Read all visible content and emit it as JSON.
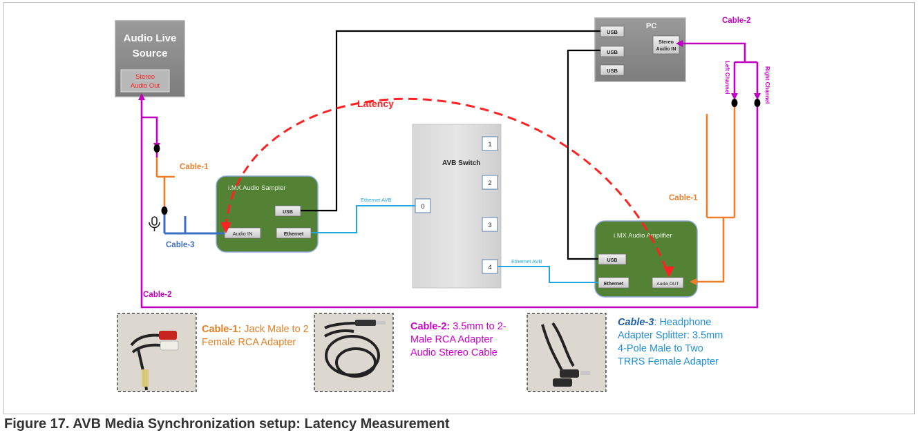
{
  "figure": {
    "caption": "Figure 17.  AVB Media Synchronization setup: Latency Measurement"
  },
  "nodes": {
    "audio_source": {
      "title_line1": "Audio Live",
      "title_line2": "Source",
      "port_line1": "Stereo",
      "port_line2": "Audio Out"
    },
    "pc": {
      "title": "PC",
      "usb1": "USB",
      "usb2": "USB",
      "usb3": "USB",
      "stereo_in_line1": "Stereo",
      "stereo_in_line2": "Audio IN"
    },
    "sampler": {
      "title": "i.MX Audio Sampler",
      "usb": "USB",
      "audio_in": "Audio IN",
      "ethernet": "Ethernet"
    },
    "avb_switch": {
      "title": "AVB Switch",
      "ports": [
        "1",
        "2",
        "0",
        "3",
        "4"
      ]
    },
    "amplifier": {
      "title": "i.MX Audio Amplifier",
      "usb": "USB",
      "ethernet": "Ethernet",
      "audio_out": "Audio OUT"
    }
  },
  "labels": {
    "latency": "Latency",
    "cable1_left": "Cable-1",
    "cable1_right": "Cable-1",
    "cable2_top": "Cable-2",
    "cable2_bottom": "Cable-2",
    "cable3": "Cable-3",
    "ethernet_avb_1": "Ethernet AVB",
    "ethernet_avb_2": "Ethernet AVB",
    "left_channel": "Left Channel",
    "right_channel": "Right Channel"
  },
  "legend": [
    {
      "name": "Cable-1",
      "sep": ": ",
      "desc": "Jack Male to 2 Female RCA Adapter"
    },
    {
      "name": "Cable-2",
      "sep": ": ",
      "desc": "3.5mm to 2-Male RCA Adapter Audio Stereo Cable"
    },
    {
      "name": "Cable-3",
      "sep": ": ",
      "desc": "Headphone Adapter Splitter: 3.5mm 4-Pole Male to Two TRRS Female Adapter"
    }
  ],
  "colors": {
    "usb_cable": "#000000",
    "ethernet_cable": "#1fa8e0",
    "cable1": "#ee7d2a",
    "cable2": "#c000c0",
    "cable3": "#3a6fc4",
    "latency": "#ff2222",
    "board_green": "#548235",
    "box_gray": "#8c8c8c"
  }
}
